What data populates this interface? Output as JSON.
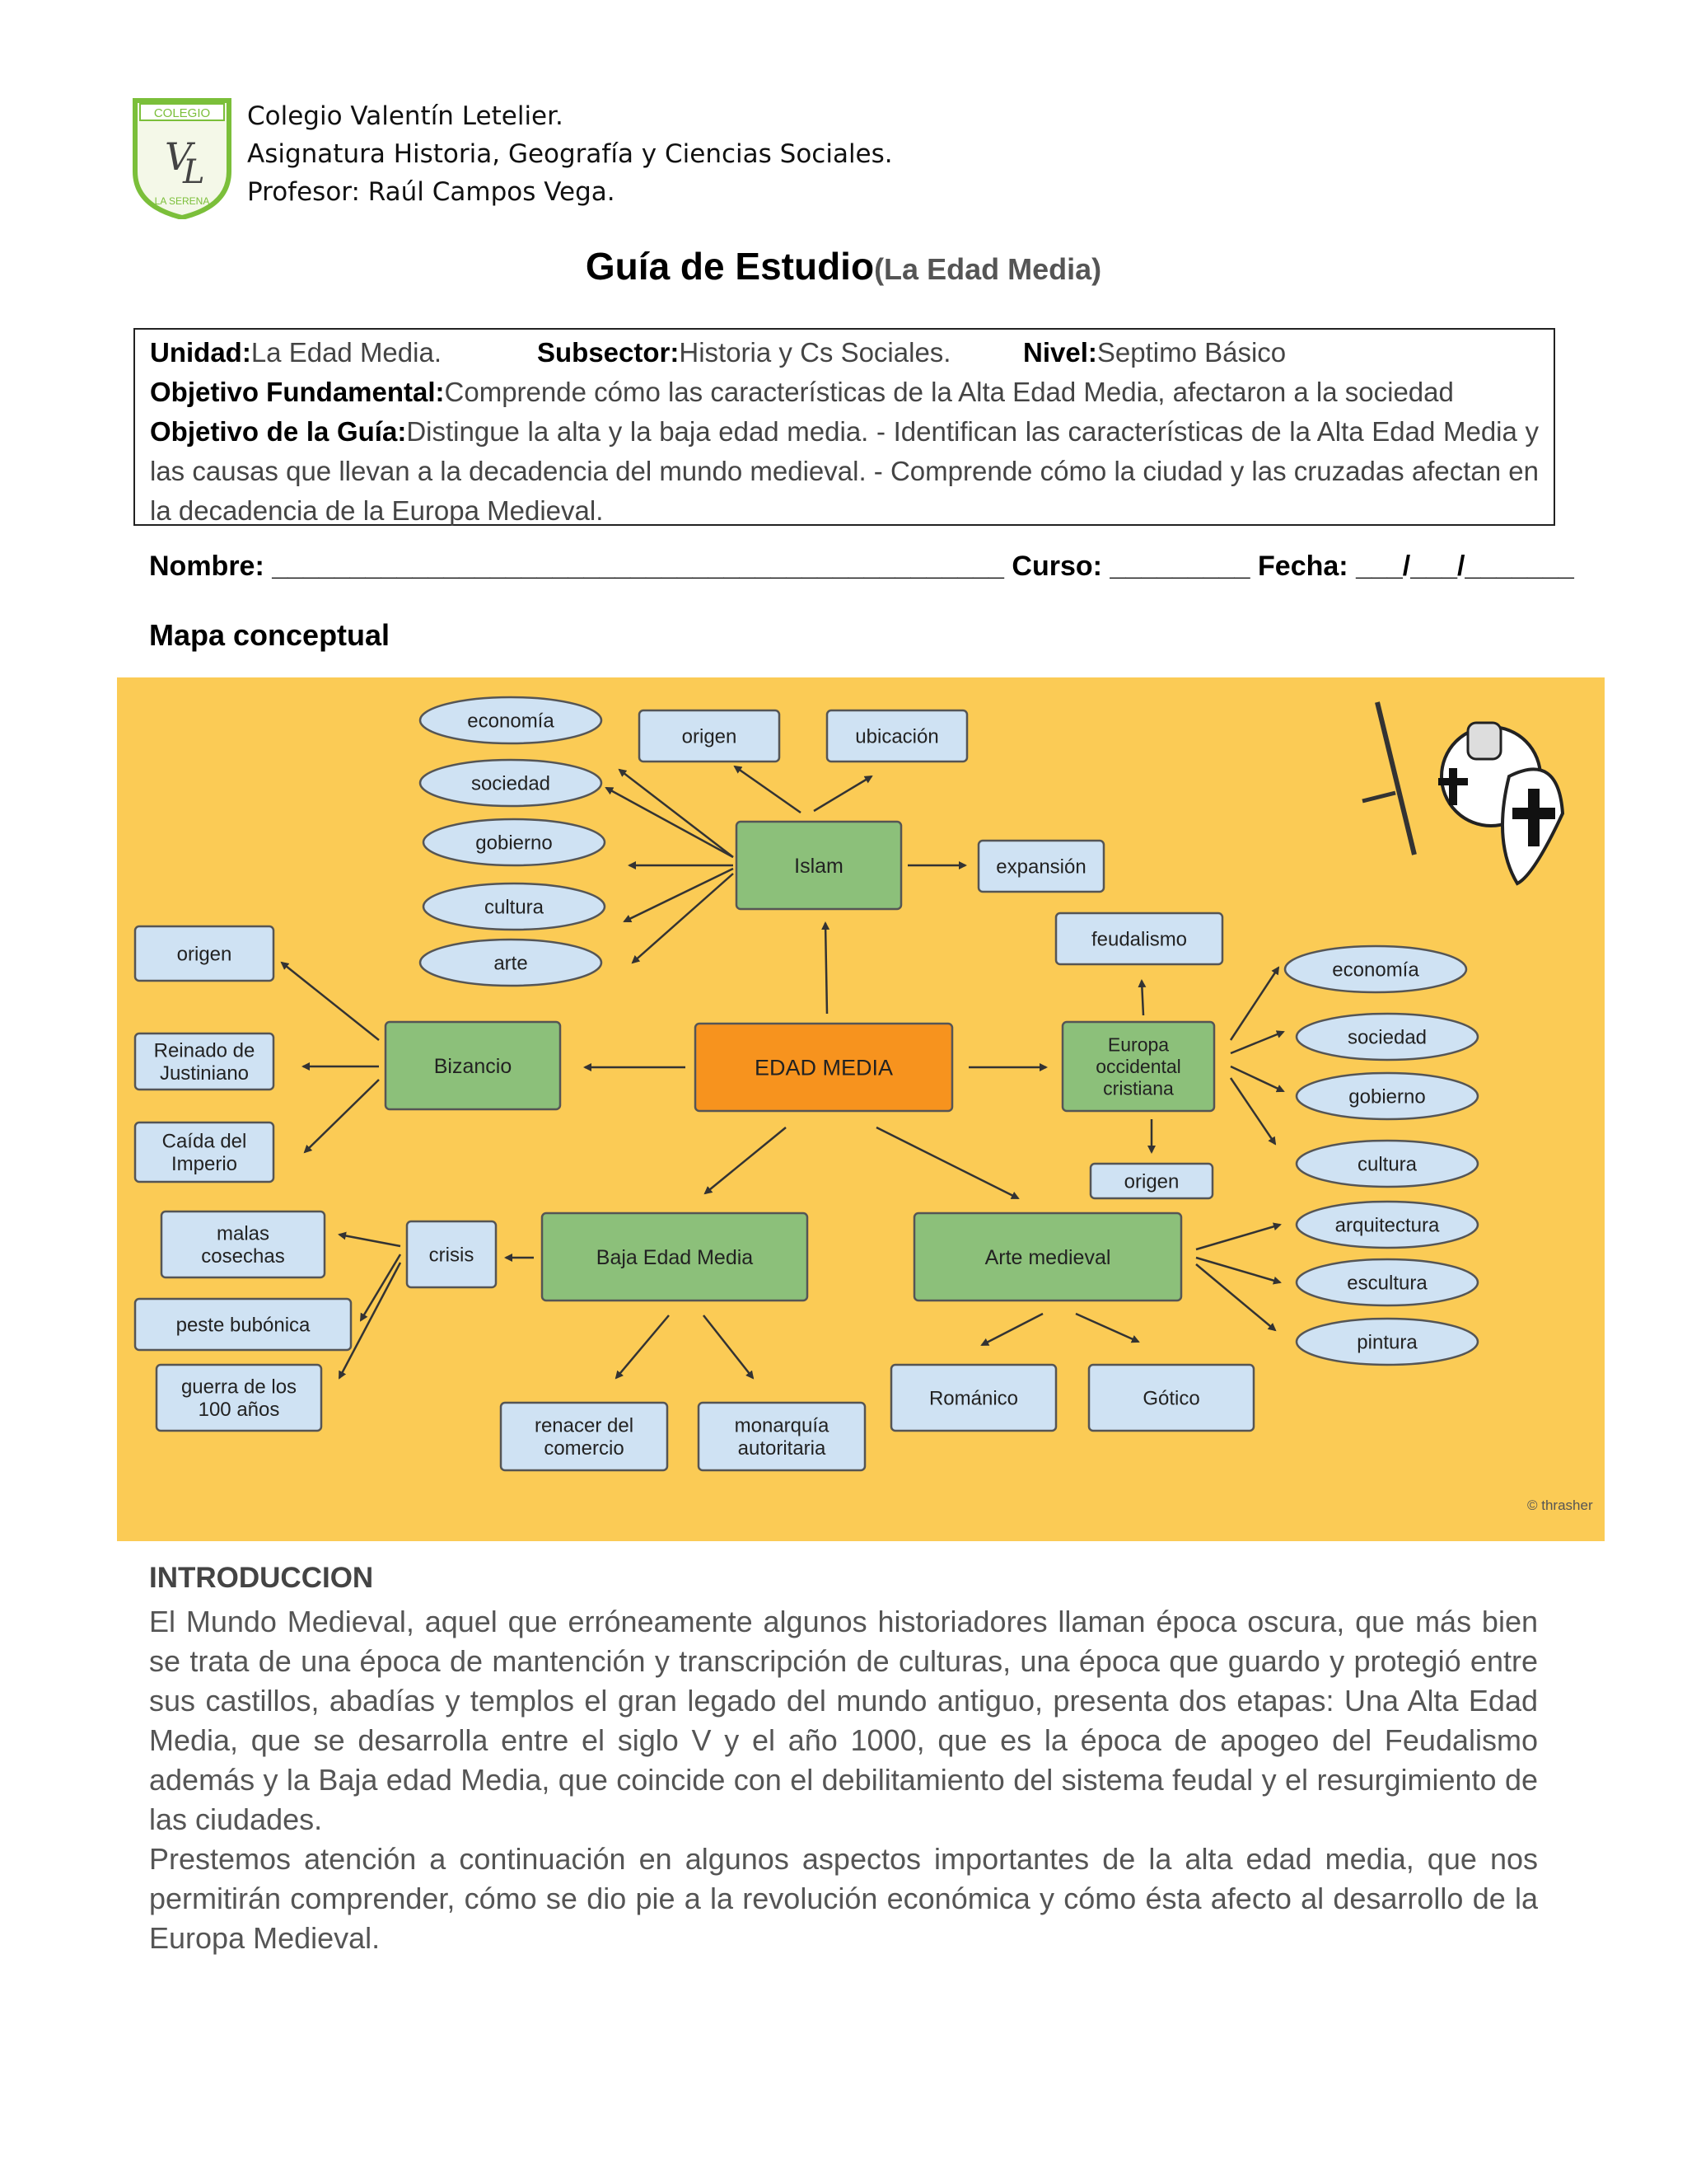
{
  "header": {
    "logo_text": "COLEGIO VL LA SERENA",
    "lines": [
      "Colegio Valentín Letelier.",
      "Asignatura Historia, Geografía y Ciencias Sociales.",
      "Profesor: Raúl Campos Vega."
    ]
  },
  "title": {
    "main": "Guía de Estudio",
    "sub": "(La Edad Media)"
  },
  "info": {
    "unidad_label": "Unidad:",
    "unidad": "La Edad Media.",
    "subsector_label": "Subsector:",
    "subsector": "Historia y Cs Sociales.",
    "nivel_label": "Nivel:",
    "nivel": "Septimo Básico",
    "objetivo_fundamental_label": "Objetivo Fundamental:",
    "objetivo_fundamental": "Comprende cómo las características de la Alta Edad Media, afectaron a la sociedad",
    "objetivo_guia_label": "Objetivo de la Guía:",
    "objetivo_guia": "Distingue la alta y la baja edad media. - Identifican las características de la Alta Edad Media y las causas que llevan a la decadencia del mundo medieval. - Comprende cómo la ciudad y las cruzadas afectan en la decadencia de la Europa Medieval."
  },
  "form_line": "Nombre: _______________________________________________ Curso: _________ Fecha: ___/___/_______",
  "map_title": "Mapa conceptual",
  "concept_map": {
    "colors": {
      "background": "#fbcb55",
      "green": "#8cc07a",
      "center": "#f7931e",
      "blue": "#cfe2f3"
    },
    "center": "EDAD MEDIA",
    "islam": "Islam",
    "bizancio": "Bizancio",
    "europa": [
      "Europa",
      "occidental",
      "cristiana"
    ],
    "baja": "Baja Edad Media",
    "arte": "Arte medieval",
    "crisis": "crisis",
    "islam_ovals": [
      "economía",
      "sociedad",
      "gobierno",
      "cultura",
      "arte"
    ],
    "islam_boxes": [
      "origen",
      "ubicación",
      "expansión"
    ],
    "bizancio_boxes": [
      "origen",
      "Reinado de|Justiniano",
      "Caída del|Imperio"
    ],
    "europa_boxes": [
      "feudalismo",
      "origen"
    ],
    "europa_ovals": [
      "economía",
      "sociedad",
      "gobierno",
      "cultura"
    ],
    "arte_ovals": [
      "arquitectura",
      "escultura",
      "pintura"
    ],
    "arte_boxes": [
      "Románico",
      "Gótico"
    ],
    "crisis_boxes": [
      "malas|cosechas",
      "peste bubónica",
      "guerra de los|100 años"
    ],
    "baja_boxes": [
      "renacer del|comercio",
      "monarquía|autoritaria"
    ],
    "credit": "© thrasher"
  },
  "intro": {
    "heading": "INTRODUCCION",
    "p1": "El Mundo Medieval, aquel que erróneamente algunos historiadores llaman época oscura, que más bien se trata de una época de mantención y transcripción de culturas, una época que guardo y protegió entre sus castillos, abadías y templos el gran legado del mundo antiguo, presenta dos etapas: Una Alta Edad Media, que se desarrolla entre el siglo V y el año 1000, que es la época de apogeo del Feudalismo además y la Baja edad Media, que coincide con el debilitamiento del sistema feudal y el resurgimiento de las ciudades.",
    "p2": "Prestemos atención a continuación en algunos aspectos importantes de la alta edad media, que nos permitirán comprender, cómo se dio pie a la revolución económica y cómo ésta afecto al desarrollo de la Europa Medieval."
  }
}
